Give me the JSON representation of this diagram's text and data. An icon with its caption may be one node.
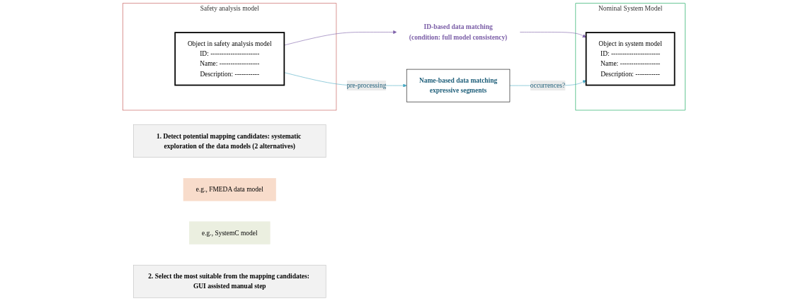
{
  "diagram": {
    "nodes": [
      {
        "text": [
          "1. Detect potential mapping candidates: systematic exploration of the data models (2 alternatives)"
        ]
      },
      {
        "text": [
          "Safety analysis model"
        ]
      },
      {
        "text": [
          "e.g., FMEDA data model"
        ]
      },
      {
        "text": [
          "Object in safety analysis model",
          "ID: ----------------------",
          "Name: ------------------",
          "Description: -----------"
        ],
        "in": 1
      },
      {
        "text": [
          "ID-based data matching",
          "(condition: full model consistency)"
        ]
      },
      {
        "text": [
          "Name-based data matching",
          "expressive segments"
        ]
      },
      {
        "text": [
          "e.g., SystemC model"
        ]
      },
      {
        "text": [
          "Nominal System Model"
        ]
      },
      {
        "text": [
          "Object in system model",
          "ID: ----------------------",
          "Name: ------------------",
          "Description: -----------"
        ],
        "in": 7
      },
      {
        "text": [
          "2. Select the most suitable from the mapping candidates: GUI assisted manual step"
        ]
      }
    ],
    "edges": [
      {
        "from": 3,
        "to": 4,
        "arrow": "to",
        "color": "#7b5ea7"
      },
      {
        "from": 4,
        "to": 8,
        "arrow": "to",
        "color": "#7b5ea7"
      },
      {
        "from": 3,
        "to": 5,
        "arrow": "to",
        "label": "pre-processing",
        "color": "#4aaac4"
      },
      {
        "from": 5,
        "to": 8,
        "arrow": "to",
        "label": "occurrences?",
        "color": "#4aaac4"
      }
    ]
  }
}
